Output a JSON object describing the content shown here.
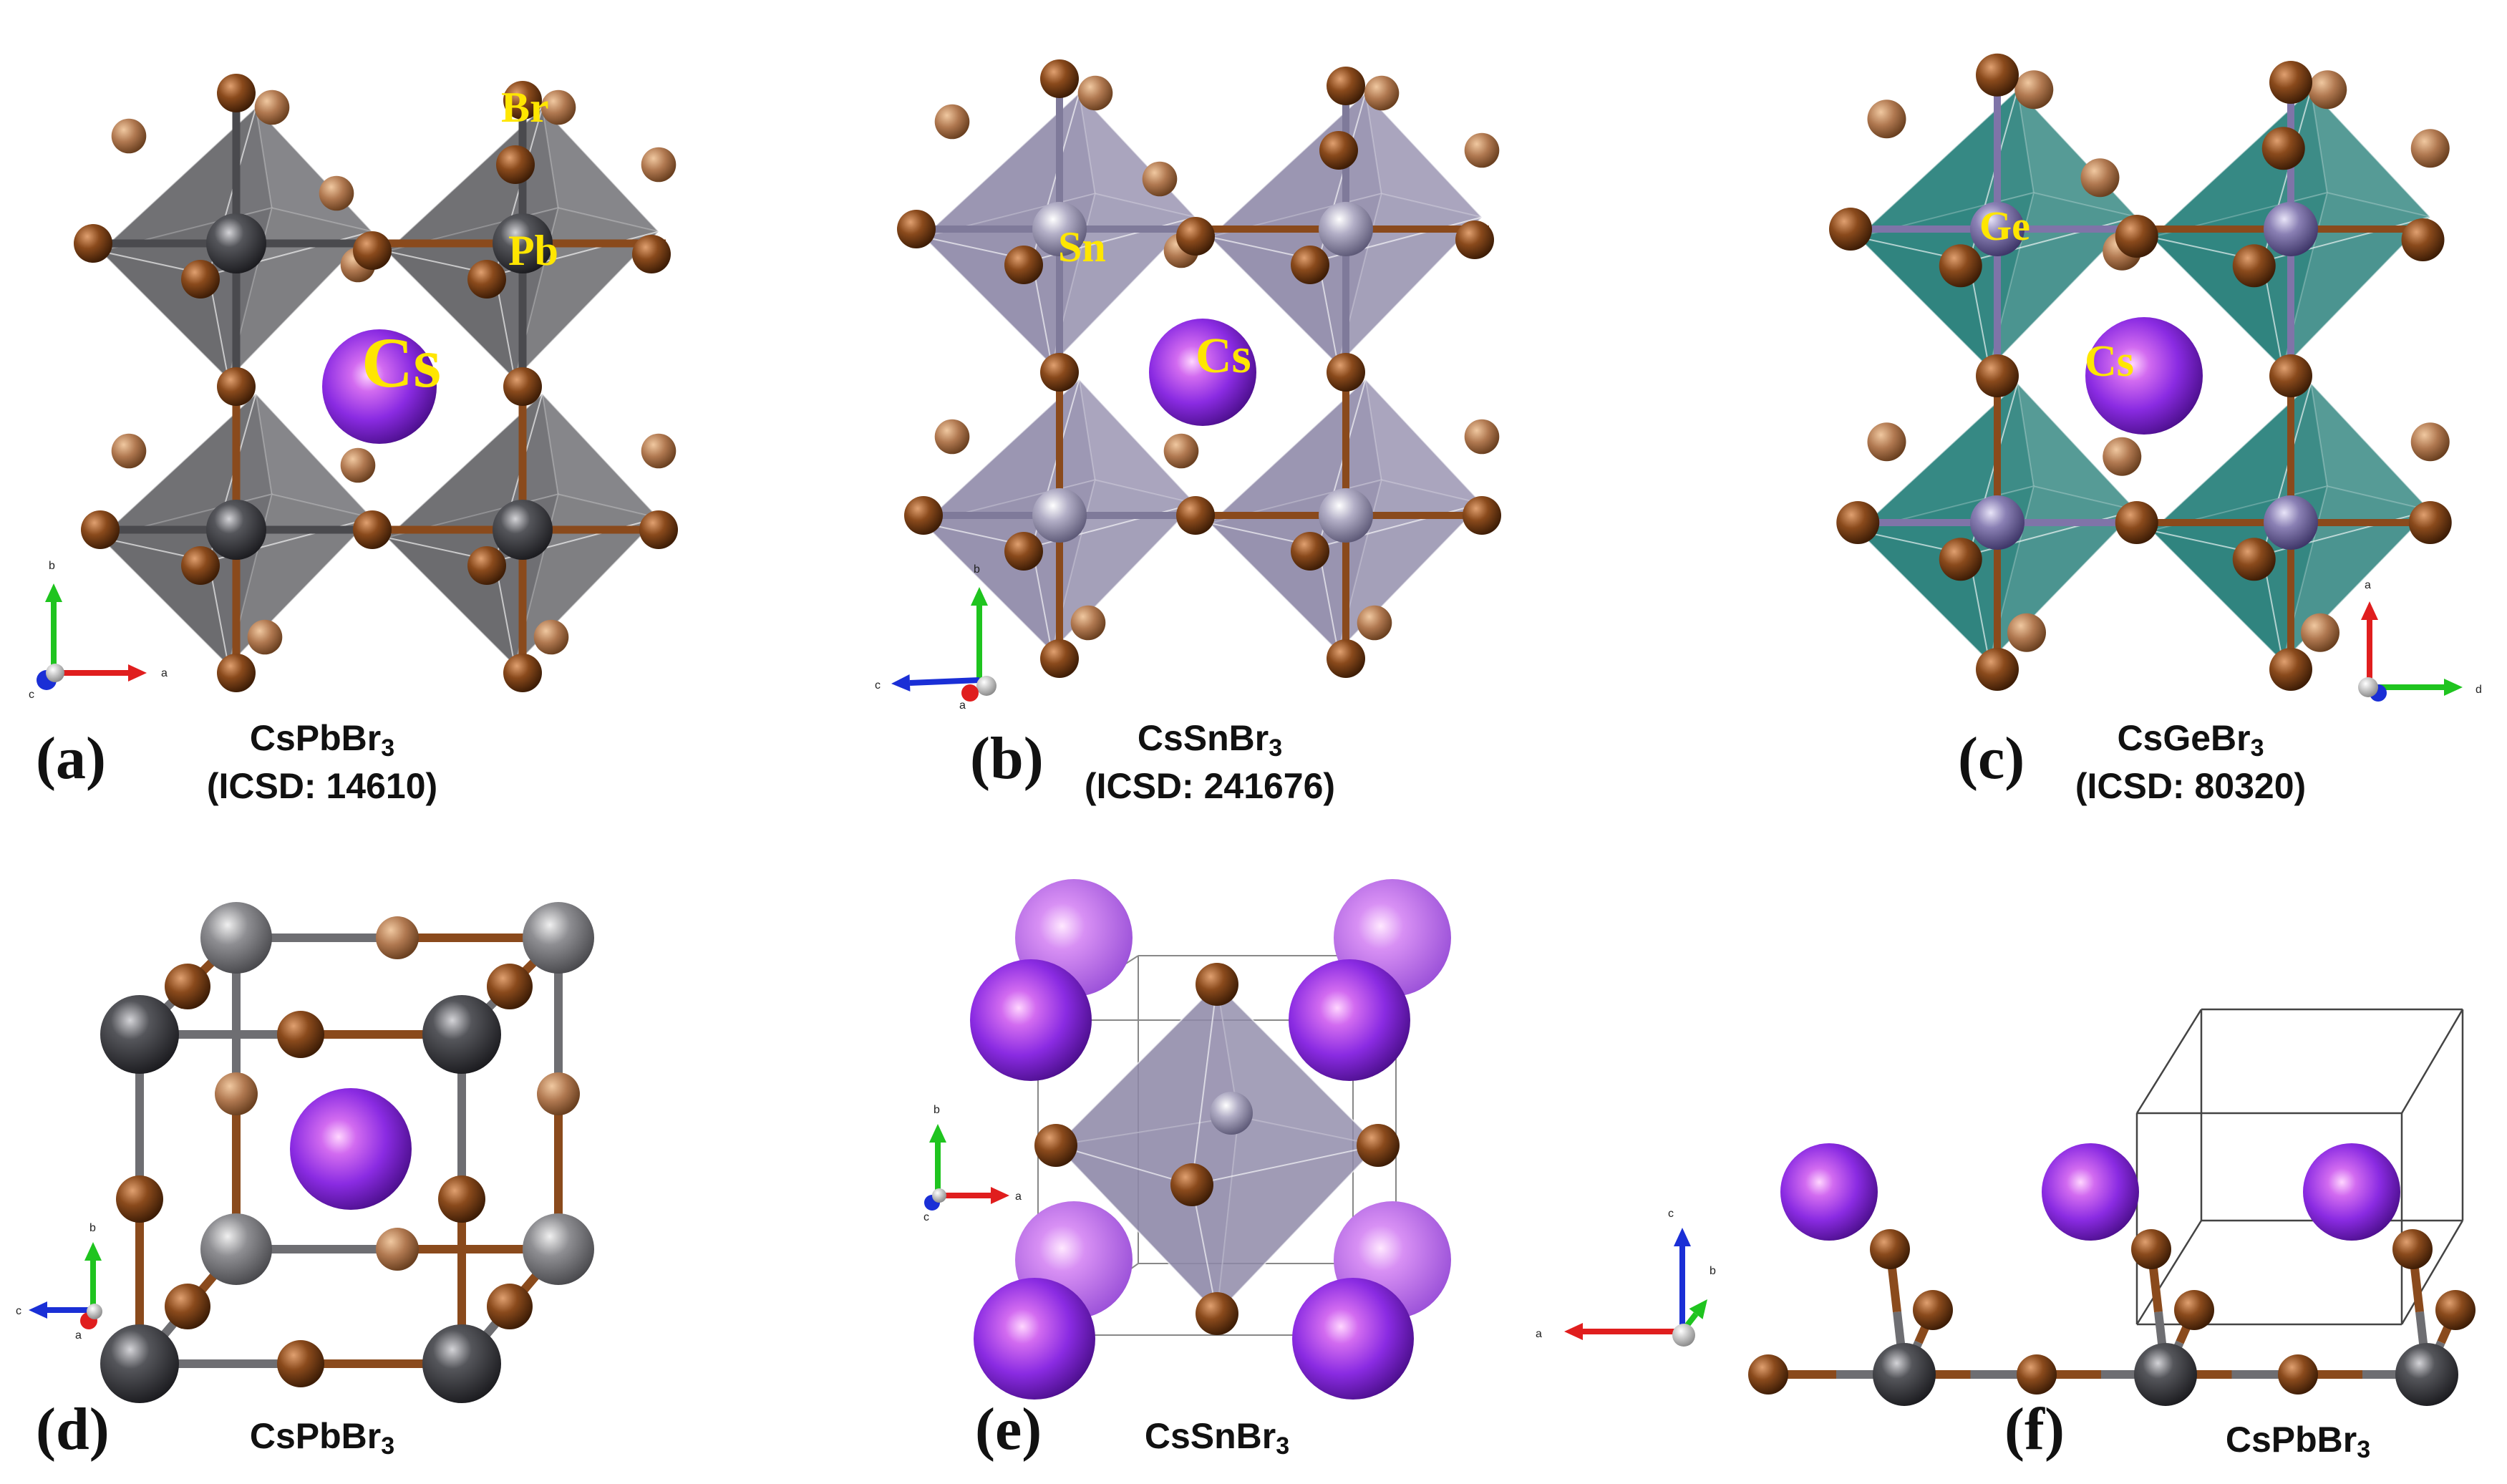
{
  "panels": [
    {
      "id": "a",
      "label": "(a)",
      "formula": {
        "main": "CsPbBr",
        "sub": "3"
      },
      "icsd": "(ICSD: 14610)",
      "atom_labels": {
        "br": "Br",
        "pb": "Pb",
        "cs": "Cs"
      },
      "axes": {
        "up": "b",
        "right": "a",
        "out": "c"
      }
    },
    {
      "id": "b",
      "label": "(b)",
      "formula": {
        "main": "CsSnBr",
        "sub": "3"
      },
      "icsd": "(ICSD: 241676)",
      "atom_labels": {
        "sn": "Sn",
        "cs": "Cs"
      },
      "axes": {
        "up": "b",
        "left": "c",
        "out": "a"
      }
    },
    {
      "id": "c",
      "label": "(c)",
      "formula": {
        "main": "CsGeBr",
        "sub": "3"
      },
      "icsd": "(ICSD: 80320)",
      "atom_labels": {
        "ge": "Ge",
        "cs": "Cs"
      },
      "axes": {
        "up": "a",
        "right": "d"
      }
    },
    {
      "id": "d",
      "label": "(d)",
      "formula": {
        "main": "CsPbBr",
        "sub": "3"
      },
      "axes": {
        "up": "b",
        "left": "c",
        "out": "a"
      }
    },
    {
      "id": "e",
      "label": "(e)",
      "formula": {
        "main": "CsSnBr",
        "sub": "3"
      },
      "axes": {
        "up": "b",
        "right": "a",
        "out": "c"
      }
    },
    {
      "id": "f",
      "label": "(f)",
      "formula": {
        "main": "CsPbBr",
        "sub": "3"
      },
      "axes": {
        "up": "c",
        "left": "a",
        "diag": "b"
      }
    }
  ],
  "colors": {
    "br": "#8a4a1c",
    "br_light": "#b07850",
    "pb": "#3c3d42",
    "sn": "#a8a4be",
    "ge": "#7f74a8",
    "cs": "#8a2be2",
    "pb_oct": "#5f5f63",
    "sn_oct": "#8e88a8",
    "ge_oct": "#1e7a74",
    "label_yellow": "#ffe600",
    "axis_red": "#e01e1e",
    "axis_green": "#1fc41f",
    "axis_blue": "#1a2fd6"
  }
}
